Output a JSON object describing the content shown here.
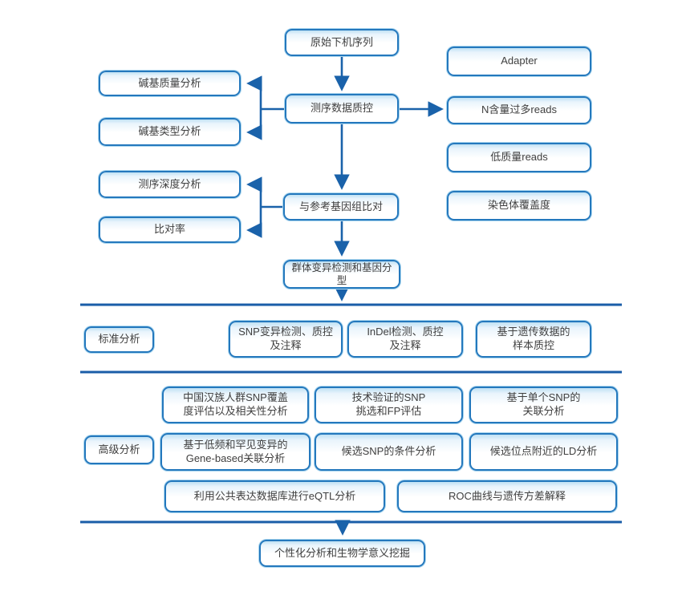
{
  "pipeline": {
    "raw_sequence": "原始下机序列",
    "data_qc": "测序数据质控",
    "align_reference": "与参考基因组比对",
    "variant_calling": "群体变异检测和基因分型"
  },
  "qc_left": {
    "base_quality": "碱基质量分析",
    "base_type": "碱基类型分析",
    "depth": "测序深度分析",
    "mapping_rate": "比对率"
  },
  "qc_right": {
    "adapter": "Adapter",
    "n_reads": "N含量过多reads",
    "low_quality_reads": "低质量reads",
    "chromosome_coverage": "染色体覆盖度"
  },
  "standard": {
    "label": "标准分析",
    "snp": "SNP变异检测、质控\n及注释",
    "indel": "InDel检测、质控\n及注释",
    "sample_qc": "基于遗传数据的\n样本质控"
  },
  "advanced": {
    "label": "高级分析",
    "han_snp": "中国汉族人群SNP覆盖\n度评估以及相关性分析",
    "tech_snp": "技术验证的SNP\n挑选和FP评估",
    "single_snp": "基于单个SNP的\n关联分析",
    "gene_based": "基于低频和罕见变异的\nGene-based关联分析",
    "conditional_snp": "候选SNP的条件分析",
    "ld": "候选位点附近的LD分析",
    "eqtl": "利用公共表达数据库进行eQTL分析",
    "roc": "ROC曲线与遗传方差解释"
  },
  "final": {
    "personalized": "个性化分析和生物学意义挖掘"
  },
  "colors": {
    "box-border": "#2478bd",
    "box-highlight": "#bfe1f4",
    "box-halo": "#a9d6ef",
    "connector": "#1a62aa",
    "divider": "#1a5da8",
    "text": "#3f3f3f"
  }
}
